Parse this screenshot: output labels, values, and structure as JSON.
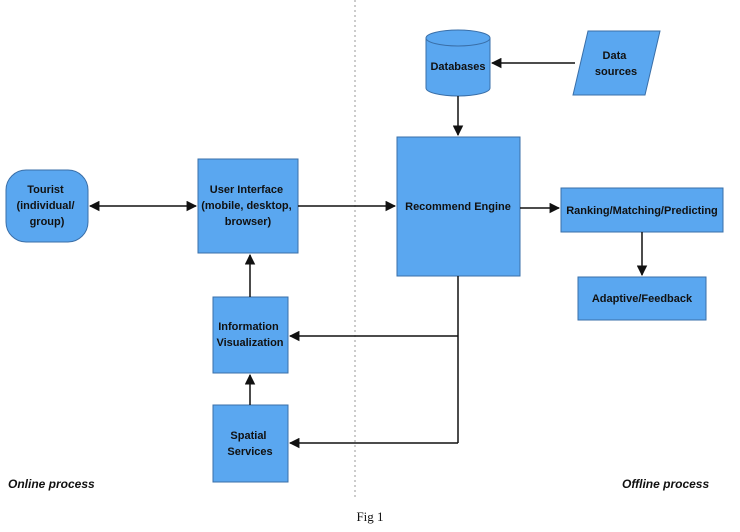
{
  "colors": {
    "node_fill": "#5aa7f0",
    "node_stroke": "#3a6fa8",
    "edge": "#111111",
    "divider": "#9a9a9a"
  },
  "nodes": {
    "tourist": {
      "lines": [
        "Tourist",
        "(individual/",
        "group)"
      ]
    },
    "user_interface": {
      "lines": [
        "User Interface",
        "(mobile, desktop,",
        "browser)"
      ]
    },
    "information_visualization": {
      "lines": [
        "Information",
        "Visualization"
      ]
    },
    "spatial_services": {
      "lines": [
        "Spatial",
        "Services"
      ]
    },
    "recommend_engine": {
      "lines": [
        "Recommend Engine"
      ]
    },
    "databases": {
      "lines": [
        "Databases"
      ]
    },
    "data_sources": {
      "lines": [
        "Data",
        "sources"
      ]
    },
    "ranking": {
      "lines": [
        "Ranking/Matching/Predicting"
      ]
    },
    "adaptive": {
      "lines": [
        "Adaptive/Feedback"
      ]
    }
  },
  "labels": {
    "online": "Online process",
    "offline": "Offline process"
  },
  "caption": "Fig 1"
}
